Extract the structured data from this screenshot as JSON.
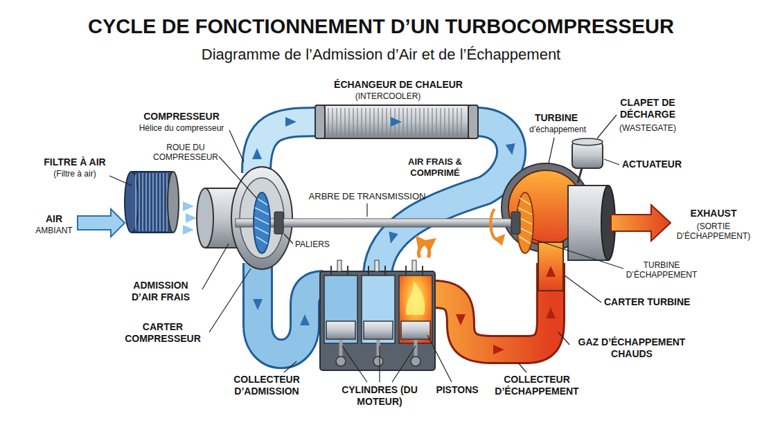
{
  "diagram": {
    "title": "CYCLE DE FONCTIONNEMENT D’UN TURBOCOMPRESSEUR",
    "labels": [
      "Diagramme de l’Admission d’Air et de l’Échappement",
      "ÉCHANGEUR DE CHALEUR",
      "(INTERCOOLER)",
      "COMPRESSEUR",
      "Hélice du compresseur",
      "ROUE DU COMPRESSEUR",
      "TURBINE",
      "d’échappement",
      "CLAPET DE DÉCHARGE",
      "(WASTEGATE)",
      "ACTUATEUR",
      "FILTRE À AIR",
      "(Filtre à air)",
      "AIR FRAIS & COMPRIMÉ",
      "ARBRE DE TRANSMISSION",
      "AIR",
      "AMBIANT",
      "EXHAUST",
      "(SORTIE D’ÉCHAPPEMENT)",
      "PALIERS",
      "ADMISSION D’AIR FRAIS",
      "TURBINE D’ÉCHAPPEMENT",
      "CARTER TURBINE",
      "CARTER COMPRESSEUR",
      "GAZ D’ÉCHAPPEMENT CHAUDS",
      "COLLECTEUR D’ADMISSION",
      "CYLINDRES (DU MOTEUR)",
      "PISTONS",
      "COLLECTEUR D’ÉCHAPPEMENT"
    ]
  }
}
